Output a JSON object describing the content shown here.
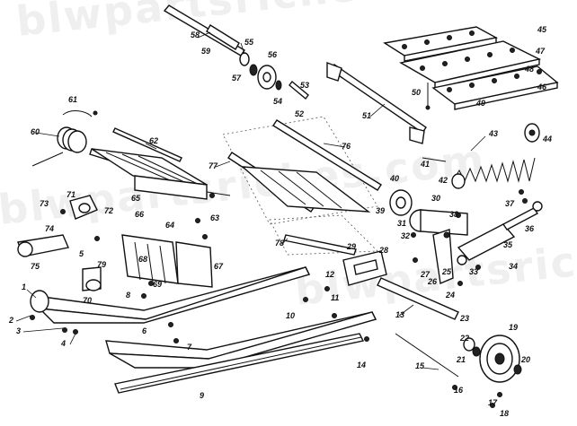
{
  "watermark": "blwpartsriches.com",
  "callouts": [
    "1",
    "2",
    "3",
    "4",
    "5",
    "6",
    "7",
    "8",
    "9",
    "10",
    "11",
    "12",
    "13",
    "14",
    "15",
    "16",
    "17",
    "18",
    "19",
    "20",
    "21",
    "22",
    "23",
    "24",
    "25",
    "26",
    "27",
    "28",
    "29",
    "30",
    "31",
    "32",
    "33",
    "34",
    "35",
    "36",
    "37",
    "38",
    "39",
    "40",
    "41",
    "42",
    "43",
    "44",
    "45",
    "46",
    "47",
    "48",
    "49",
    "50",
    "51",
    "52",
    "53",
    "54",
    "55",
    "56",
    "57",
    "58",
    "59",
    "60",
    "61",
    "62",
    "63",
    "64",
    "65",
    "66",
    "67",
    "68",
    "69",
    "70",
    "71",
    "72",
    "73",
    "74",
    "75",
    "76",
    "77",
    "78",
    "79"
  ]
}
